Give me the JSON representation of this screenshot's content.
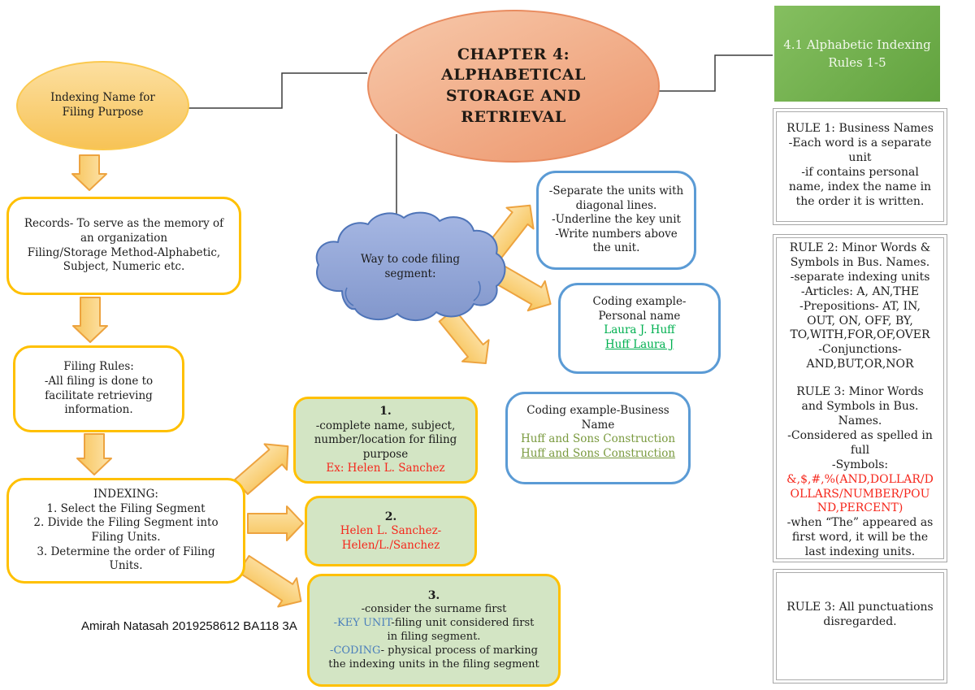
{
  "colors": {
    "gold_border": "#FFC000",
    "arrow_fill": "#F8C65D",
    "arrow_border": "#EDA33F",
    "blue_border": "#5B9BD5",
    "cloud_fill": "#93A8D8",
    "cloud_border": "#4E74B8",
    "green_box_fill": "#D3E5C4",
    "green_header_fill": "#6CAB45",
    "salmon_fill": "#F2B28E",
    "yellow_fill": "#F9D07B",
    "rule_border_gray": "#A6A6A6",
    "green_text": "#00B050",
    "olive_text": "#7A9A3F",
    "red_text": "#F5271C",
    "blue_text": "#4A7EBB"
  },
  "nodes": {
    "chapter": {
      "title": "CHAPTER 4:\nALPHABETICAL\nSTORAGE AND\nRETRIEVAL"
    },
    "indexing_name": {
      "label": "Indexing Name for\nFiling Purpose"
    },
    "records": {
      "text": "Records- To serve as the memory of\nan organization\nFiling/Storage Method-Alphabetic,\nSubject, Numeric etc."
    },
    "filing_rules": {
      "text": "Filing Rules:\n-All filing is done to\nfacilitate retrieving\ninformation."
    },
    "indexing_steps": {
      "text": "INDEXING:\n1.  Select the Filing Segment\n2.  Divide the Filing Segment into\nFiling Units.\n3.  Determine the order of Filing\nUnits."
    },
    "cloud": {
      "text": "Way to code filing\nsegment:"
    },
    "coding_rules": {
      "text": "-Separate the units with\ndiagonal lines.\n-Underline the key unit\n-Write numbers above\nthe unit."
    },
    "personal_example": {
      "title": "Coding example-\nPersonal name",
      "original": "Laura J. Huff",
      "coded": "Huff Laura J"
    },
    "business_example": {
      "title": "Coding example-Business\nName",
      "original": "Huff and Sons Construction",
      "coded": "Huff and Sons Construction"
    },
    "step1": {
      "number": "1.",
      "text": "-complete name, subject,\nnumber/location for filing\npurpose",
      "example": "Ex:  Helen L. Sanchez"
    },
    "step2": {
      "number": "2.",
      "example": "Helen L. Sanchez-\nHelen/L./Sanchez"
    },
    "step3": {
      "number": "3.",
      "line1": "-consider the surname first",
      "key_unit_label": "-KEY UNIT",
      "key_unit_rest": "-filing unit considered first\nin filing segment.",
      "coding_label": "-CODING",
      "coding_rest": "- physical process of marking\nthe indexing units in the filing segment"
    },
    "rules_header": {
      "text": "4.1 Alphabetic Indexing\nRules 1-5"
    },
    "rule1": {
      "text": "RULE 1:  Business Names\n-Each word is a separate\nunit\n-if contains personal\nname, index the name in\nthe order it is written."
    },
    "rule2": {
      "part1": "RULE 2:  Minor Words &\nSymbols in Bus. Names.\n-separate indexing units\n-Articles: A, AN,THE\n-Prepositions- AT, IN,\nOUT, ON, OFF, BY,\nTO,WITH,FOR,OF,OVER\n-Conjunctions-\nAND,BUT,OR,NOR",
      "part2": "RULE 3:  Minor Words\nand Symbols in Bus.\nNames.\n-Considered as spelled in\nfull\n-Symbols:",
      "symbols_red": "&,$,#,%(AND,DOLLAR/D\nOLLARS/NUMBER/POU\nND,PERCENT)",
      "part3": "-when “The” appeared as\nfirst word, it will be the\nlast indexing units."
    },
    "rule3": {
      "text": "RULE 3:  All punctuations\ndisregarded."
    },
    "author_note": "Amirah Natasah 2019258612 BA118 3A"
  }
}
